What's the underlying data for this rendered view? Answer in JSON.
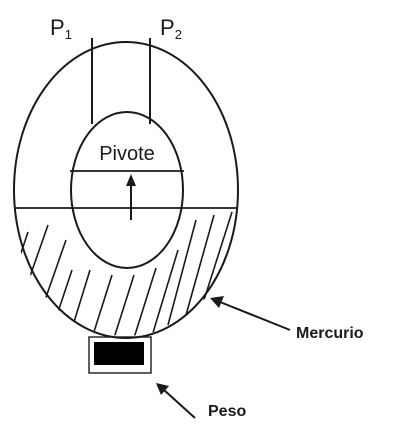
{
  "labels": {
    "p1_letter": "P",
    "p1_sub": "1",
    "p2_letter": "P",
    "p2_sub": "2",
    "pivot": "Pivote",
    "mercury": "Mercurio",
    "weight": "Peso"
  },
  "colors": {
    "stroke": "#1a1a1a",
    "weight_fill": "#000000",
    "background": "#ffffff"
  }
}
